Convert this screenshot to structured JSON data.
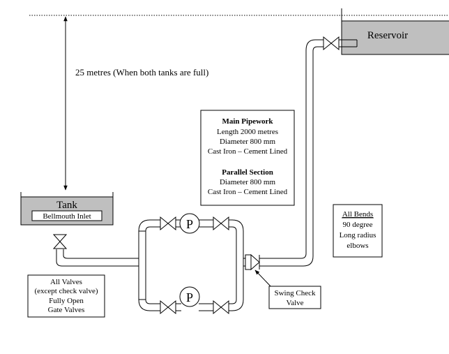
{
  "height_annotation": "25 metres (When both tanks are full)",
  "tank": {
    "label": "Tank",
    "inlet_label": "Bellmouth Inlet"
  },
  "reservoir": {
    "label": "Reservoir"
  },
  "pump_label": "P",
  "info_box": {
    "main_title": "Main Pipework",
    "main_lines": [
      "Length 2000 metres",
      "Diameter 800 mm",
      "Cast Iron – Cement Lined"
    ],
    "parallel_title": "Parallel Section",
    "parallel_lines": [
      "Diameter 800 mm",
      "Cast Iron – Cement Lined"
    ]
  },
  "bends_note": {
    "title": "All Bends",
    "lines": [
      "90 degree",
      "Long radius",
      "elbows"
    ]
  },
  "valves_note": {
    "lines": [
      "All Valves",
      "(except check valve)",
      "Fully Open",
      "Gate Valves"
    ]
  },
  "check_valve_note": {
    "lines": [
      "Swing Check",
      "Valve"
    ]
  },
  "colors": {
    "tank_fill": "#bfbfbf",
    "pipe": "#ffffff",
    "line": "#000000"
  }
}
